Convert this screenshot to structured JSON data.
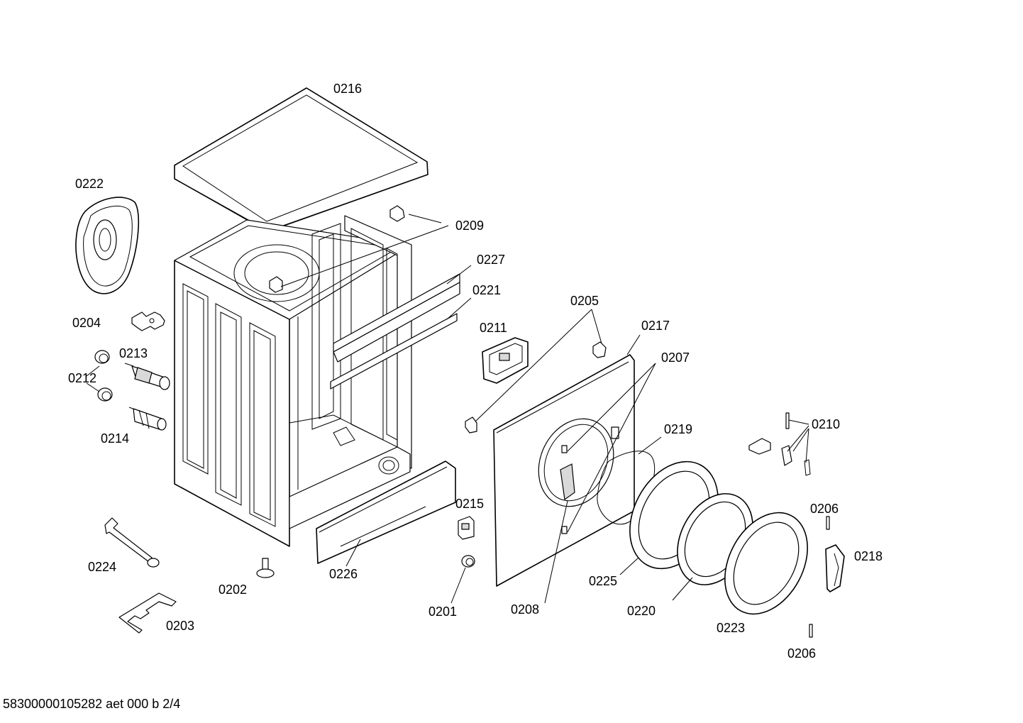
{
  "footer": "58300000105282 aet 000 b 2/4",
  "labels": {
    "0201": "0201",
    "0202": "0202",
    "0203": "0203",
    "0204": "0204",
    "0205": "0205",
    "0206": "0206",
    "0207": "0207",
    "0208": "0208",
    "0209": "0209",
    "0210": "0210",
    "0211": "0211",
    "0212": "0212",
    "0213": "0213",
    "0214": "0214",
    "0215": "0215",
    "0216": "0216",
    "0217": "0217",
    "0218": "0218",
    "0219": "0219",
    "0220": "0220",
    "0221": "0221",
    "0222": "0222",
    "0223": "0223",
    "0224": "0224",
    "0225": "0225",
    "0226": "0226",
    "0227": "0227"
  }
}
